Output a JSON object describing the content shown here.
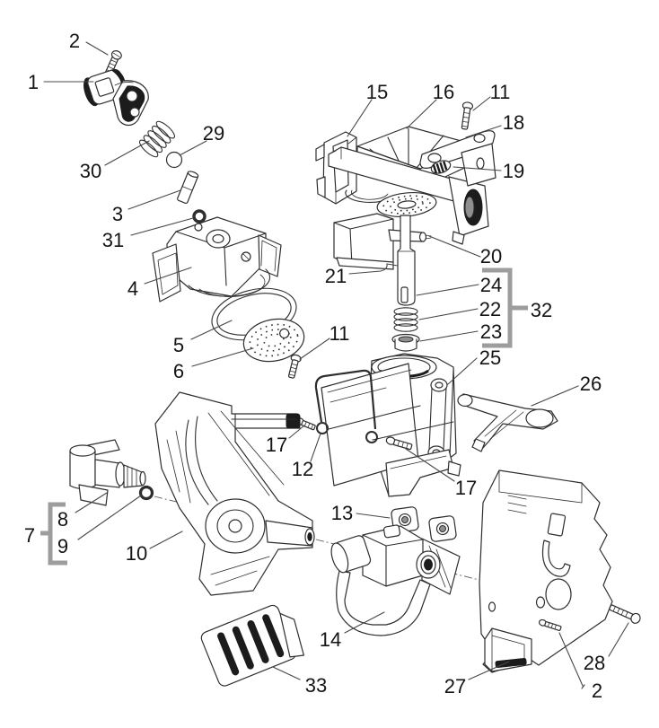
{
  "diagram": {
    "type": "exploded-parts-diagram",
    "subject": "brew group assembly exploded view",
    "background": "#ffffff",
    "colors": {
      "line": "#2e2e2e",
      "leader": "#474747",
      "label": "#141414",
      "bracket": "#9d9d9d",
      "accent_dark": "#1c1c1c"
    }
  },
  "callouts": {
    "c1": {
      "label": "1"
    },
    "c2a": {
      "label": "2"
    },
    "c2b": {
      "label": "2"
    },
    "c3": {
      "label": "3"
    },
    "c4": {
      "label": "4"
    },
    "c5": {
      "label": "5"
    },
    "c6": {
      "label": "6"
    },
    "c7": {
      "label": "7"
    },
    "c8": {
      "label": "8"
    },
    "c9": {
      "label": "9"
    },
    "c10": {
      "label": "10"
    },
    "c11a": {
      "label": "11"
    },
    "c11b": {
      "label": "11"
    },
    "c12": {
      "label": "12"
    },
    "c13": {
      "label": "13"
    },
    "c14": {
      "label": "14"
    },
    "c15": {
      "label": "15"
    },
    "c16": {
      "label": "16"
    },
    "c17a": {
      "label": "17"
    },
    "c17b": {
      "label": "17"
    },
    "c18": {
      "label": "18"
    },
    "c19": {
      "label": "19"
    },
    "c20": {
      "label": "20"
    },
    "c21": {
      "label": "21"
    },
    "c22": {
      "label": "22"
    },
    "c23": {
      "label": "23"
    },
    "c24": {
      "label": "24"
    },
    "c25": {
      "label": "25"
    },
    "c26": {
      "label": "26"
    },
    "c27": {
      "label": "27"
    },
    "c28": {
      "label": "28"
    },
    "c29": {
      "label": "29"
    },
    "c30": {
      "label": "30"
    },
    "c31": {
      "label": "31"
    },
    "c32": {
      "label": "32"
    },
    "c33": {
      "label": "33"
    }
  },
  "groups": {
    "g7": {
      "label": "7",
      "members": [
        "8",
        "9"
      ]
    },
    "g32": {
      "label": "32",
      "members": [
        "24",
        "22",
        "23"
      ]
    }
  }
}
